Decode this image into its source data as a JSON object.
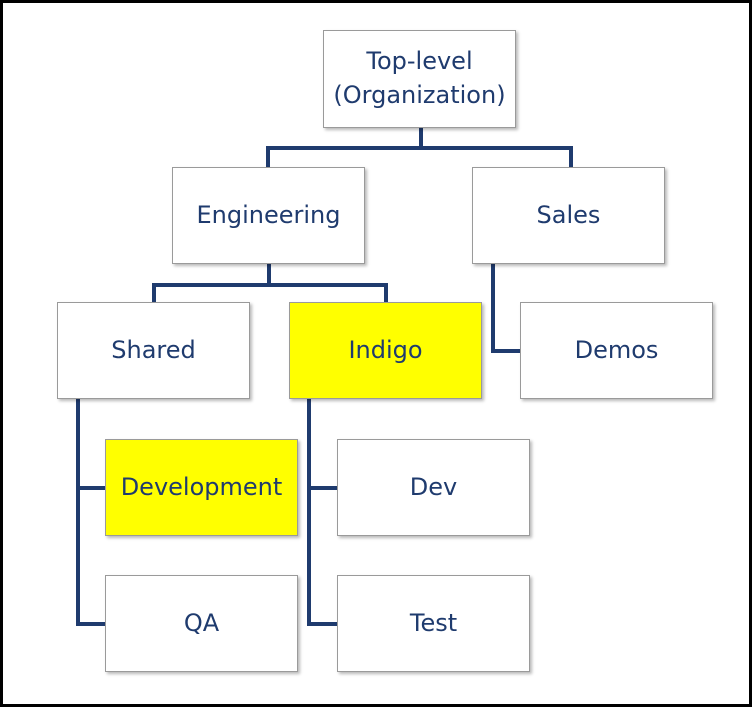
{
  "diagram": {
    "nodes": {
      "top": {
        "label": "Top-level\n(Organization)"
      },
      "engineering": {
        "label": "Engineering"
      },
      "sales": {
        "label": "Sales"
      },
      "shared": {
        "label": "Shared"
      },
      "indigo": {
        "label": "Indigo",
        "highlighted": true
      },
      "demos": {
        "label": "Demos"
      },
      "development": {
        "label": "Development",
        "highlighted": true
      },
      "dev": {
        "label": "Dev"
      },
      "qa": {
        "label": "QA"
      },
      "test": {
        "label": "Test"
      }
    },
    "edges": [
      [
        "top",
        "engineering"
      ],
      [
        "top",
        "sales"
      ],
      [
        "engineering",
        "shared"
      ],
      [
        "engineering",
        "indigo"
      ],
      [
        "sales",
        "demos"
      ],
      [
        "shared",
        "development"
      ],
      [
        "shared",
        "qa"
      ],
      [
        "indigo",
        "dev"
      ],
      [
        "indigo",
        "test"
      ]
    ],
    "colors": {
      "text": "#1f3b6e",
      "connector": "#1f3b6e",
      "highlight": "#ffff00",
      "border": "#9a9a9a"
    }
  }
}
